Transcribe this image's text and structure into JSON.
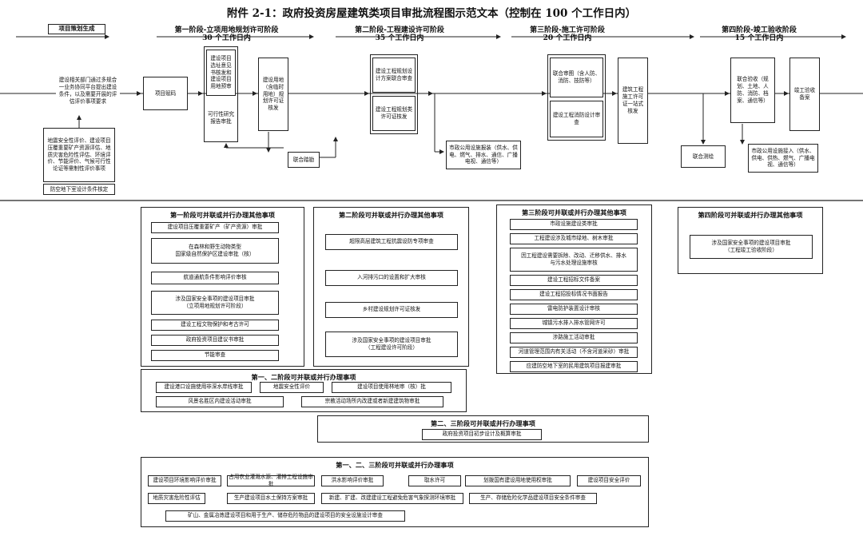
{
  "title": "附件 2-1：政府投资房屋建筑类项目审批流程图示范文本（控制在 100 个工作日内）",
  "top": {
    "project_planning": "项目策划生成",
    "stage1": {
      "name": "第一阶段-立项用地规划许可阶段",
      "days": "30 个工作日内"
    },
    "stage2": {
      "name": "第二阶段-工程建设许可阶段",
      "days": "35 个工作日内"
    },
    "stage3": {
      "name": "第三阶段-施工许可阶段",
      "days": "20 个工作日内"
    },
    "stage4": {
      "name": "第四阶段-竣工验收阶段",
      "days": "15 个工作日内"
    }
  },
  "flow": {
    "coord_platform": "建设相关部门通过多规合一业务协同平台提出建设条件，以及需要开展的评估评价事项要求",
    "evaluations": "地震安全性评价、建设项目压覆重要矿产资源评估、地质灾害危险性评估、环境评价、节能评价、气候可行性论证等需制性评价事项",
    "civil_air_defense": "防空地下室设计条件核定",
    "project_code": "项目赋码",
    "site_selection": "建设项目选址意见书核发和建设项目用地预审",
    "feasibility": "可行性研究报告审批",
    "land_use_permit": "建设用地（含临时用地）规划许可证核发",
    "joint_survey": "联合踏勘",
    "plan_review": "建设工程规划设计方案联合审查",
    "planning_permit": "建设工程规划类许可证核发",
    "utilities_1": "市政公用设施报装（供水、供电、燃气、排水、通信、广播电视、通信等）",
    "joint_drawing": "联合审图（含人防、消防、技防等）",
    "fire_review": "建设工程消防设计审查",
    "construction_permit": "建筑工程施工许可证一站式核发",
    "joint_acceptance": "联合验收（规划、土地、人防、消防、档案、通信等）",
    "completion_filing": "竣工验收备案",
    "joint_mapping": "联合测绘",
    "utilities_2": "市政公用设施接入（供水、供电、供热、燃气、广播电视、通信等）"
  },
  "parallel": {
    "s1": {
      "title": "第一阶段可并联或并行办理其他事项",
      "items": [
        "建设项目压覆重要矿产（矿产资源）审批",
        "在森林和野生动物类型\n国家级自然保护区建设审批（核）",
        "航道通航条件影响评价审核",
        "涉及国家安全事项的建设项目审批\n（立项用地规划许可阶段）",
        "建设工程文物保护和考古许可",
        "政府投资项目建议书审批",
        "节能审查"
      ]
    },
    "s2": {
      "title": "第二阶段可并联或并行办理其他事项",
      "items": [
        "超限高层建筑工程抗震设防专项审查",
        "入河排污口的设置和扩大审核",
        "乡村建设规划许可证核发",
        "涉及国家安全事项的建设项目审批\n（工程建设许可阶段）"
      ]
    },
    "s3": {
      "title": "第三阶段可并联或并行办理其他事项",
      "items": [
        "市政设施建设类审批",
        "工程建设涉及城市绿地、树木审批",
        "因工程建设需要拆除、改动、迁移供水、排水\n与污水处理设施审核",
        "建设工程招标文件备案",
        "建设工程招投标情况书面报告",
        "雷电防护装置设计审核",
        "城镇污水排入排水管网许可",
        "涉路施工活动审批",
        "河道管理范围内有关活动（不含河道采砂）审批",
        "应建防空地下室的民用建筑项目报建审批"
      ]
    },
    "s4": {
      "title": "第四阶段可并联或并行办理其他事项",
      "items": [
        "涉及国家安全事项的建设项目审批\n（工程竣工验收阶段）"
      ]
    },
    "s12": {
      "title": "第一、二阶段可并联或并行办理事项",
      "items": [
        "建设港口设施使用非深水岸线审批",
        "地震安全性评价",
        "建设项目使用林地审（核）批",
        "风景名胜区内建设活动审批",
        "宗教活动场所内改建或者新建建筑物审批"
      ]
    },
    "s23": {
      "title": "第二、三阶段可并联或并行办理事项",
      "items": [
        "政府投资项目初步设计及概算审批"
      ]
    },
    "s123": {
      "title": "第一、二、三阶段可并联或并行办理事项",
      "items": [
        "建设项目环境影响评价审批",
        "占用农业灌溉水源、灌排工程设施审批",
        "洪水影响评价审批",
        "取水许可",
        "划拨国有建设用地使用权审批",
        "建设项目安全评价",
        "地质灾害危险性评估",
        "生产建设项目水土保持方案审批",
        "新建、扩建、改建建设工程避免危害气象探测环境审批",
        "生产、存储危险化学品建设项目安全条件审查",
        "矿山、金属冶炼建设项目和用于生产、储存危险物品的建设项目的安全设施设计审查"
      ]
    }
  }
}
